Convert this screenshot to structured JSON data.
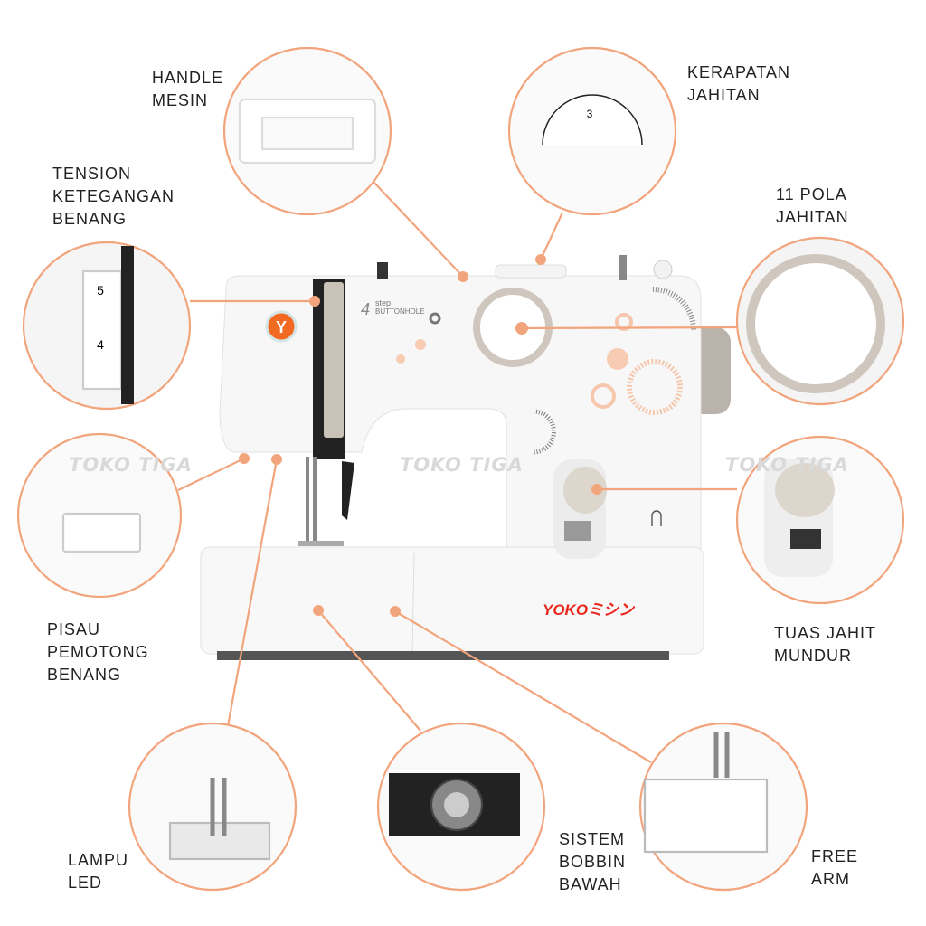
{
  "labels": {
    "handle": "HANDLE\nMESIN",
    "kerapatan": "KERAPATAN\nJAHITAN",
    "tension": "TENSION\nKETEGANGAN\nBENANG",
    "pola": "11 POLA\nJAHITAN",
    "pisau": "PISAU\nPEMOTONG\nBENANG",
    "tuas": "TUAS JAHIT\nMUNDUR",
    "lampu": "LAMPU\nLED",
    "bobbin": "SISTEM\nBOBBIN\nBAWAH",
    "free_arm": "FREE\nARM"
  },
  "machine": {
    "brand": "YOKOミシン",
    "logo_letter": "Y",
    "buttonhole_label": "BUTTONHOLE",
    "buttonhole_step": "step",
    "buttonhole_number": "4",
    "tension_values": [
      "5",
      "4"
    ],
    "stitch_length_value": "3"
  },
  "watermark": "TOKO TIGA",
  "colors": {
    "accent": "#f2a47c",
    "brand_red": "#e8261c",
    "logo_orange": "#f26a21"
  }
}
